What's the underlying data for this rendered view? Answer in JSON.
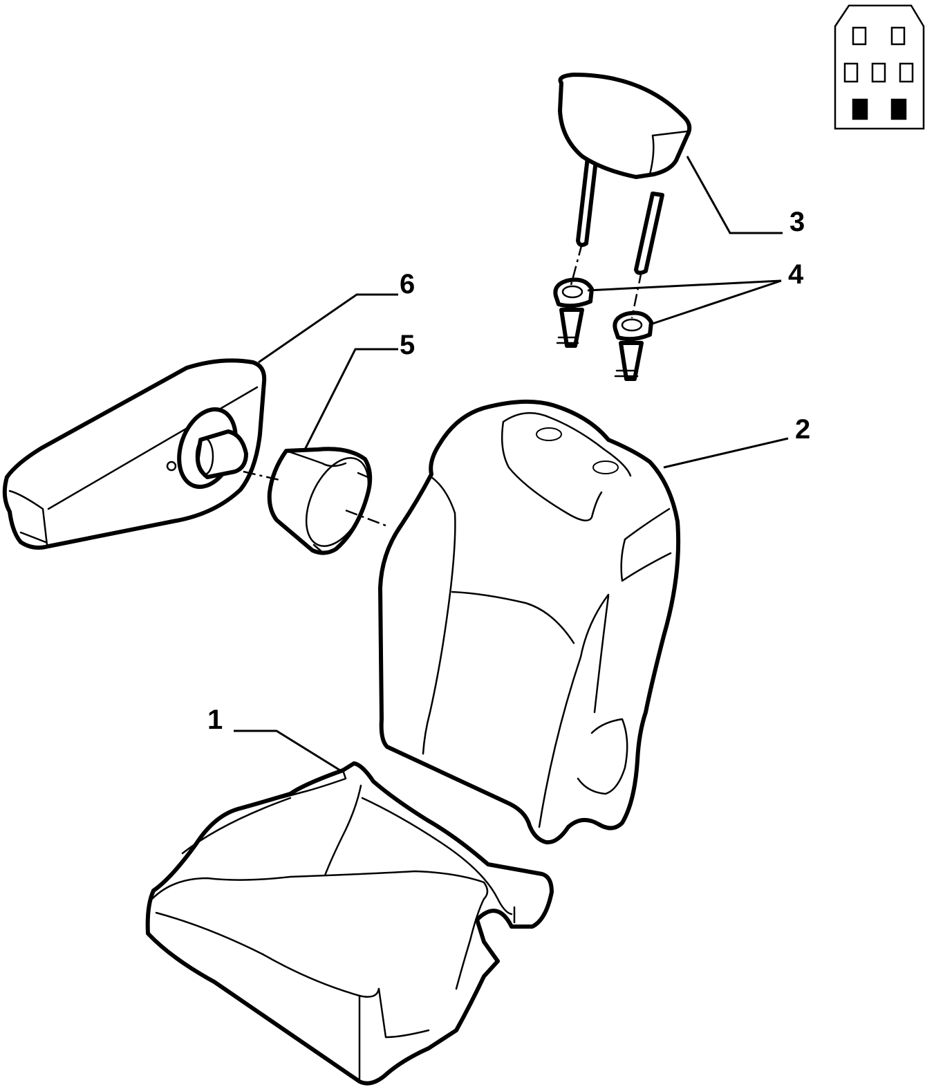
{
  "callouts": [
    {
      "id": "1",
      "label": "1"
    },
    {
      "id": "2",
      "label": "2"
    },
    {
      "id": "3",
      "label": "3"
    },
    {
      "id": "4",
      "label": "4"
    },
    {
      "id": "5",
      "label": "5"
    },
    {
      "id": "6",
      "label": "6"
    }
  ],
  "seat_legend": {
    "rows": [
      {
        "seats": [
          false,
          false
        ]
      },
      {
        "seats": [
          false,
          false,
          false
        ]
      },
      {
        "seats": [
          true,
          true
        ]
      }
    ]
  },
  "colors": {
    "line": "#000000",
    "background": "#ffffff"
  }
}
